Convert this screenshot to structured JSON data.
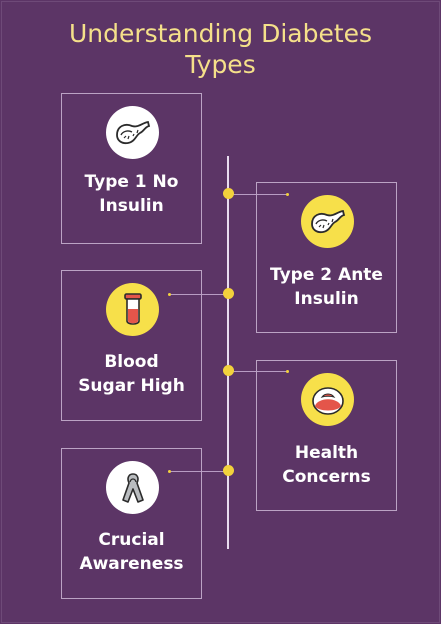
{
  "title_line1": "Understanding Diabetes",
  "title_line2": "Types",
  "colors": {
    "background": "#5c3566",
    "title": "#f5e08a",
    "dot": "#f2d23c",
    "spine": "#e9dcef"
  },
  "items": [
    {
      "line1": "Type 1 No",
      "line2": "Insulin",
      "icon": "pancreas-icon",
      "side": "left"
    },
    {
      "line1": "Type 2 Ante",
      "line2": "Insulin",
      "icon": "pancreas-icon",
      "side": "right"
    },
    {
      "line1": "Blood",
      "line2": "Sugar High",
      "icon": "blood-test-tube-icon",
      "side": "left"
    },
    {
      "line1": "Health",
      "line2": "Concerns",
      "icon": "tomato-icon",
      "side": "right"
    },
    {
      "line1": "Crucial",
      "line2": "Awareness",
      "icon": "awareness-ribbon-icon",
      "side": "left"
    }
  ]
}
